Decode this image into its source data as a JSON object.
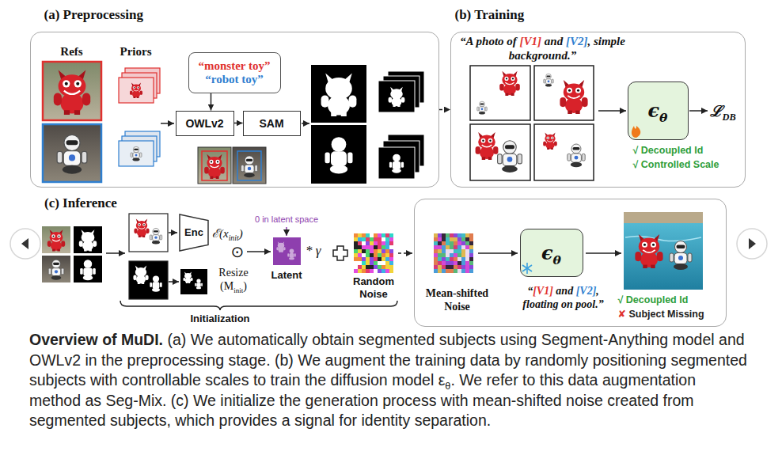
{
  "diagram": {
    "caption": "Overview of MuDI. (a) We automatically obtain segmented subjects using Segment-Anything model and OWLv2 in the preprocessing stage. (b) We augment the training data by randomly positioning segmented subjects with controllable scales to train the diffusion model εθ. We refer to this data augmentation method as Seg-Mix. (c) We initialize the generation process with mean-shifted noise created from segmented subjects, which provides a signal for identity separation.",
    "nodes": [
      {
        "text": [
          "(a) Preprocessing",
          "Refs",
          "Priors"
        ]
      },
      {
        "text": [
          "“monster toy”",
          "“robot toy”"
        ],
        "in": 0
      },
      {
        "text": [
          "OWLv2"
        ],
        "in": 0
      },
      {
        "text": [
          "SAM"
        ],
        "in": 0
      },
      {
        "text": [
          "(b) Training",
          "“A photo of [V1] and [V2], simple background.”",
          "ℒDB",
          "√ Decoupled Id",
          "√ Controlled Scale"
        ]
      },
      {
        "text": [
          "ϵθ"
        ],
        "in": 4
      },
      {
        "text": [
          "Enc"
        ]
      },
      {
        "text": [
          "Mean-shifted Noise",
          "“[V1] and [V2], floating on pool.”",
          "√ Decoupled Id",
          "✘ Subject Missing"
        ]
      },
      {
        "text": [
          "ϵθ"
        ],
        "in": 7
      }
    ],
    "edges": [
      {
        "from": 0,
        "to": 4,
        "arrow": "to"
      },
      {
        "from": 1,
        "to": 2,
        "arrow": "to"
      },
      {
        "from": 2,
        "to": 3,
        "arrow": "to"
      }
    ],
    "labels": [
      "(c) Inference",
      "0 in latent space",
      "ℰ(xinit)",
      "⊙",
      "Resize (Minit)",
      "Latent",
      "* γ",
      "Random Noise",
      "Initialization"
    ]
  }
}
